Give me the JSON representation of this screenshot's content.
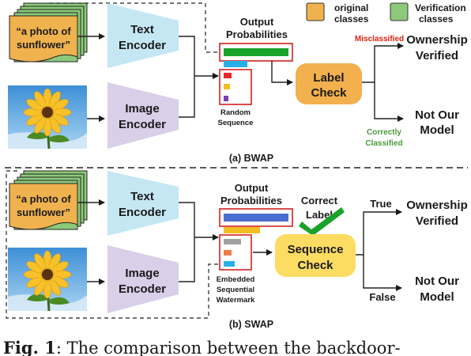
{
  "legend": {
    "original_label": [
      "original",
      "classes"
    ],
    "verification_label": [
      "Verification",
      "classes"
    ],
    "original_color": "#f0b24e",
    "verification_color": "#8cc97a"
  },
  "bwap": {
    "prompt_card": [
      "“a photo of",
      "sunflower”"
    ],
    "text_encoder": [
      "Text",
      "Encoder"
    ],
    "image_encoder": [
      "Image",
      "Encoder"
    ],
    "output_probabilities": [
      "Output",
      "Probabilities"
    ],
    "random_sequence": [
      "Random",
      "Sequence"
    ],
    "label_check": [
      "Label",
      "Check"
    ],
    "misclassified": "Misclassified",
    "ownership_verified": [
      "Ownership",
      "Verified"
    ],
    "correctly_classified": [
      "Correctly",
      "Classified"
    ],
    "not_our_model": [
      "Not Our",
      "Model"
    ],
    "caption": "(a) BWAP"
  },
  "swap": {
    "prompt_card": [
      "“a photo of",
      "sunflower”"
    ],
    "text_encoder": [
      "Text",
      "Encoder"
    ],
    "image_encoder": [
      "Image",
      "Encoder"
    ],
    "output_probabilities": [
      "Output",
      "Probabilities"
    ],
    "correct_label": [
      "Correct",
      "Label"
    ],
    "embedded_watermark": [
      "Embedded",
      "Sequential",
      "Watermark"
    ],
    "sequence_check": [
      "Sequence",
      "Check"
    ],
    "true_label": "True",
    "false_label": "False",
    "ownership_verified": [
      "Ownership",
      "Verified"
    ],
    "not_our_model": [
      "Not Our",
      "Model"
    ],
    "caption": "(b) SWAP"
  },
  "figure_caption": {
    "label": "Fig. 1",
    "text": ": The comparison between the backdoor-"
  },
  "colors": {
    "encoder": "#c5e7f4",
    "image_encoder": "#d9cfe8",
    "label_check": "#f2b04f",
    "sequence_check": "#fcdc62",
    "card_orange": "#f0b24e",
    "card_green": "#8cc97a",
    "box_red": "#d62020",
    "misclassified_red": "#e02010",
    "correct_green": "#4a9a3c",
    "bar_green": "#19a32c",
    "bar_blue": "#4a6dd0",
    "bar_cyan": "#27b0e8",
    "bar_yellow": "#f3bd22",
    "bar_red": "#e9262b",
    "bar_purple": "#7b3fb0",
    "bar_gray": "#a0a0a0",
    "bar_orange": "#f07c4a"
  },
  "icons": [
    "sunflower-photo",
    "check-mark-icon"
  ]
}
